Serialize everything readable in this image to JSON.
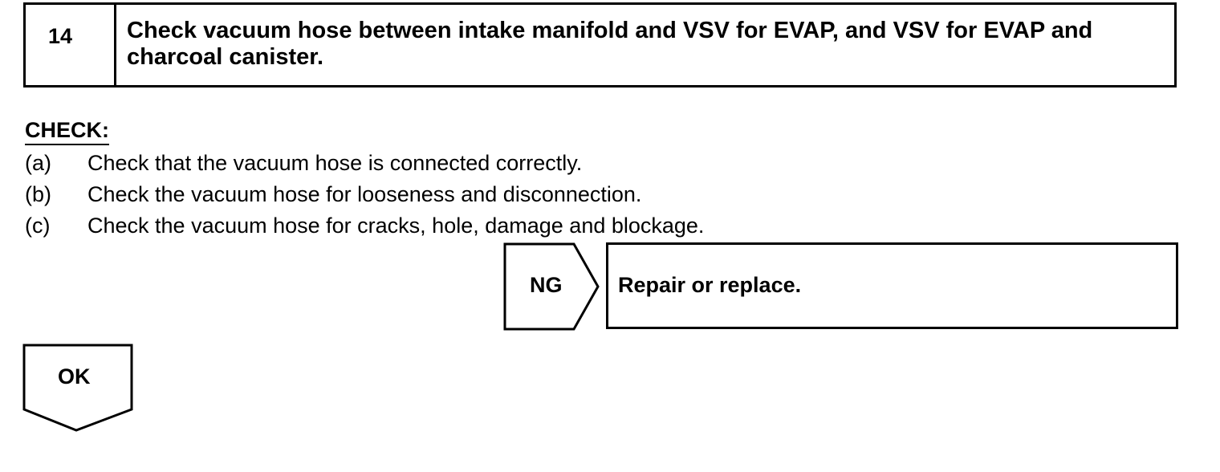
{
  "step": {
    "number": "14",
    "title": "Check vacuum hose between intake manifold and VSV for EVAP, and VSV for EVAP and charcoal canister."
  },
  "check": {
    "heading": "CHECK:",
    "items": [
      {
        "mark": "(a)",
        "text": "Check that the vacuum hose is connected correctly."
      },
      {
        "mark": "(b)",
        "text": "Check the vacuum hose for looseness and disconnection."
      },
      {
        "mark": "(c)",
        "text": "Check the vacuum hose for cracks, hole, damage and blockage."
      }
    ]
  },
  "ng": {
    "label": "NG",
    "result": "Repair or replace."
  },
  "ok": {
    "label": "OK"
  }
}
